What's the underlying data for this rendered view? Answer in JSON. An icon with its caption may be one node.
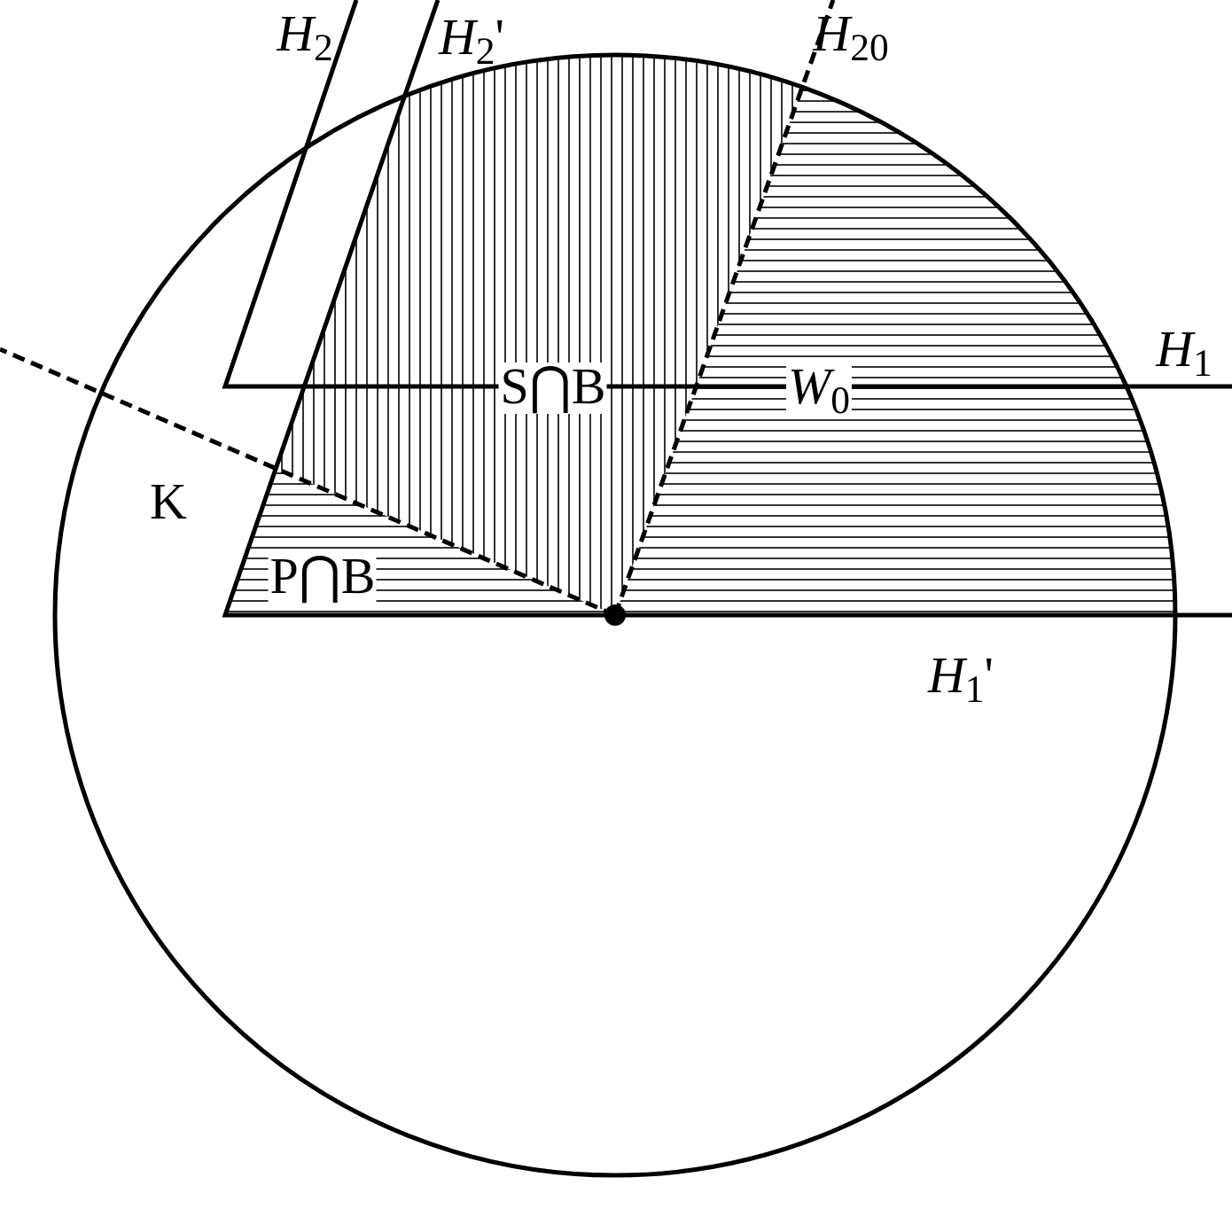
{
  "diagram": {
    "labels": [
      "*H*$_{2}$",
      "*H*$_{2}$'",
      "*H*$_{20}$",
      "*H*$_{1}$",
      "S⋂B",
      "*W*$_{0}$",
      "K",
      "P⋂B",
      "*H*$_{1}$'"
    ]
  }
}
